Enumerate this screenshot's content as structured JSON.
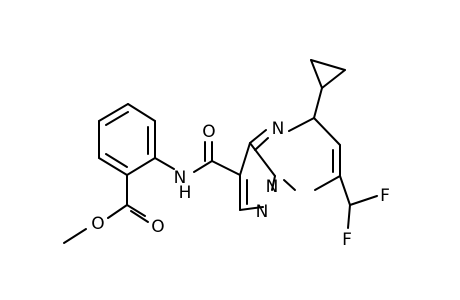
{
  "molecule": {
    "atoms": {
      "ester_O_single": "O",
      "ester_O_double": "O",
      "amide_O": "O",
      "amide_N": "N",
      "amide_H": "H",
      "ring_N_pyrimidine": "N",
      "ring_N_bridge": "N",
      "ring_N_pyrazole": "N",
      "fluorine_1": "F",
      "fluorine_2": "F"
    }
  }
}
